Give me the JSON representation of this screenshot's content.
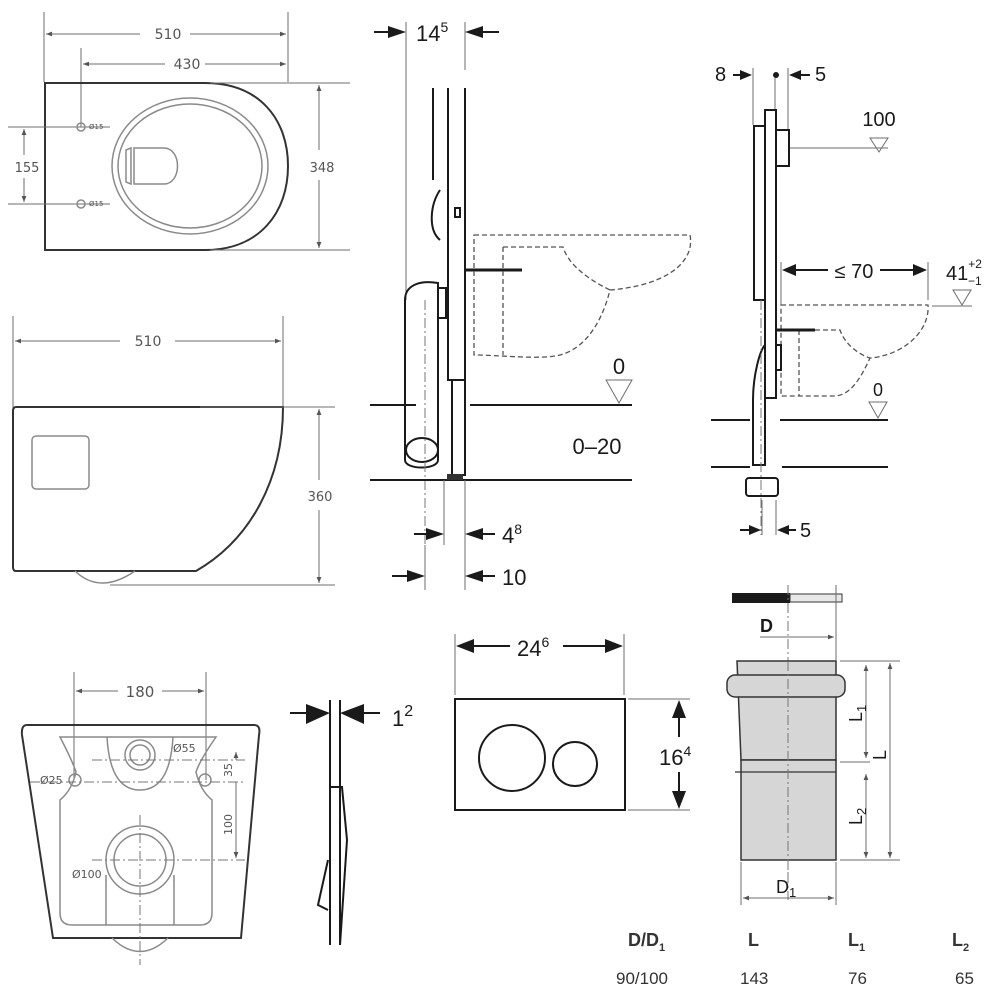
{
  "top_view": {
    "overall_length": "510",
    "fixing_to_front": "430",
    "width": "348",
    "fixing_spacing": "155",
    "fixing_hole_top": "Ø15",
    "fixing_hole_bottom": "Ø15"
  },
  "side_view": {
    "length": "510",
    "height": "360"
  },
  "rear_view": {
    "fixing_spacing": "180",
    "inlet_diameter": "Ø55",
    "fixing_hole": "Ø25",
    "offset_small": "35",
    "offset_large": "100",
    "outlet_diameter": "Ø100"
  },
  "frame_side_a": {
    "depth_top": {
      "base": "14",
      "sup": "5"
    },
    "floor_level": "0",
    "floor_range": "0–20",
    "offset_a": {
      "base": "4",
      "sup": "8"
    },
    "offset_b": "10"
  },
  "frame_side_b": {
    "offset_left": "8",
    "offset_right": "5",
    "cistern_level": "100",
    "max_projection": "≤ 70",
    "bowl_height": {
      "base": "41",
      "sup": "+2",
      "sub": "−1"
    },
    "floor_level": "0",
    "outlet_offset": "5"
  },
  "flush_plate": {
    "thickness": {
      "base": "1",
      "sup": "2"
    },
    "width": {
      "base": "24",
      "sup": "6"
    },
    "height": {
      "base": "16",
      "sup": "4"
    }
  },
  "connector": {
    "label_d": "D",
    "label_d1": "D",
    "label_d1_sub": "1",
    "label_l": "L",
    "label_l1": "L",
    "label_l1_sub": "1",
    "label_l2": "L",
    "label_l2_sub": "2"
  },
  "spec_table": {
    "headers": [
      {
        "base": "D/D",
        "sub": "1"
      },
      {
        "base": "L",
        "sub": ""
      },
      {
        "base": "L",
        "sub": "1"
      },
      {
        "base": "L",
        "sub": "2"
      }
    ],
    "rows": [
      [
        "90/100",
        "143",
        "76",
        "65"
      ]
    ]
  }
}
